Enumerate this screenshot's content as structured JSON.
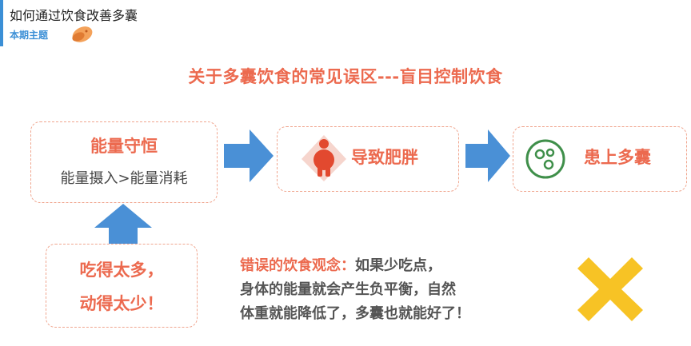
{
  "header": {
    "title": "如何通过饮食改善多囊",
    "subtitle": "本期主题"
  },
  "headline": "关于多囊饮食的常见误区---盲目控制饮食",
  "diagram": {
    "box1": {
      "title": "能量守恒",
      "subtitle": "能量摄入>能量消耗"
    },
    "box2": {
      "label": "导致肥胖",
      "icon": "obese-person-icon"
    },
    "box3": {
      "label": "患上多囊",
      "icon": "cyst-circle-icon"
    },
    "box4": {
      "line1": "吃得太多，",
      "line2": "动得太少！"
    }
  },
  "misconception": {
    "label": "错误的饮食观念：",
    "line1": "如果少吃点，",
    "line2": "身体的能量就会产生负平衡，自然",
    "line3": "体重就能降低了，多囊也就能好了！"
  },
  "colors": {
    "accent_blue": "#3b8fd6",
    "accent_red": "#ec6a4f",
    "arrow_blue": "#4a90d6",
    "cross_yellow": "#f7c325",
    "icon_green": "#3f8f4a"
  }
}
